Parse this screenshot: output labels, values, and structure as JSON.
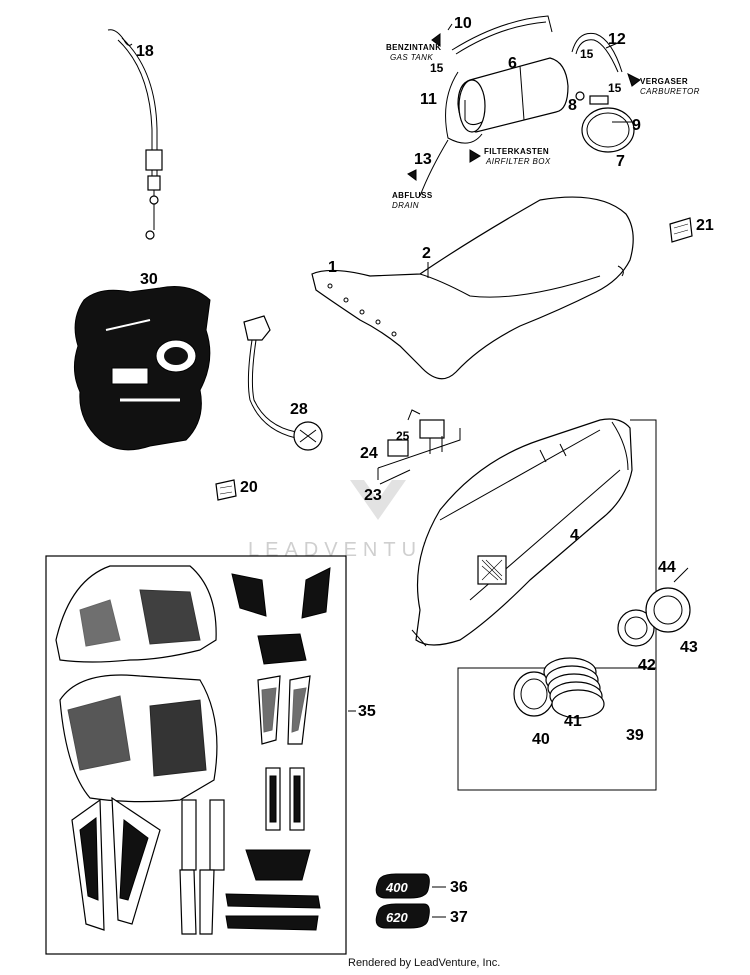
{
  "diagram": {
    "part_numbers": {
      "n1": "1",
      "n2": "2",
      "n4": "4",
      "n6": "6",
      "n7": "7",
      "n8": "8",
      "n9": "9",
      "n10": "10",
      "n11": "11",
      "n12": "12",
      "n13": "13",
      "n15a": "15",
      "n15b": "15",
      "n15c": "15",
      "n18": "18",
      "n20": "20",
      "n21": "21",
      "n23": "23",
      "n24": "24",
      "n25": "25",
      "n28": "28",
      "n30": "30",
      "n35": "35",
      "n36": "36",
      "n37": "37",
      "n39": "39",
      "n40": "40",
      "n41": "41",
      "n42": "42",
      "n43": "43",
      "n44": "44"
    },
    "labels": {
      "gas_tank_de": "BENZINTANK",
      "gas_tank_en": "GAS TANK",
      "carb_de": "VERGASER",
      "carb_en": "CARBURETOR",
      "filter_de": "FILTERKASTEN",
      "filter_en": "AIRFILTER BOX",
      "drain_de": "ABFLUSS",
      "drain_en": "DRAIN"
    },
    "badges": {
      "badge_400": "400",
      "badge_620": "620"
    },
    "watermark": "LEADVENTURE",
    "credit": "Rendered by LeadVenture, Inc."
  }
}
